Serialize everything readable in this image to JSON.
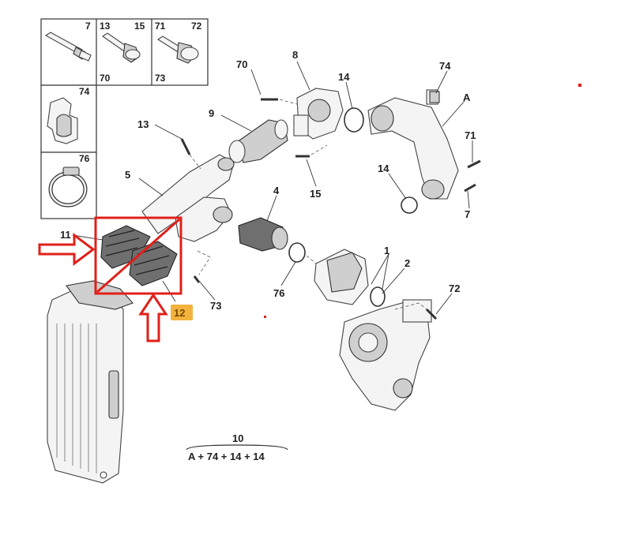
{
  "legend": {
    "cells": [
      {
        "id": "c1",
        "labels": [
          "7"
        ]
      },
      {
        "id": "c2",
        "labels": [
          "13",
          "15",
          "70"
        ]
      },
      {
        "id": "c3",
        "labels": [
          "71",
          "72",
          "73"
        ]
      },
      {
        "id": "c4",
        "labels": [
          "74"
        ]
      },
      {
        "id": "c5",
        "labels": [
          "76"
        ]
      }
    ]
  },
  "callouts": {
    "p70": "70",
    "p8": "8",
    "p14a": "14",
    "p74": "74",
    "pA": "A",
    "p13": "13",
    "p9": "9",
    "p71": "71",
    "p5": "5",
    "p14b": "14",
    "p15": "15",
    "p4": "4",
    "p7": "7",
    "p11": "11",
    "p1": "1",
    "p2": "2",
    "p73": "73",
    "p76": "76",
    "p72": "72"
  },
  "highlight": {
    "part_label": "12",
    "badge_color": "#f2b23c",
    "mark_color": "#e0201a"
  },
  "assembly": {
    "number": "10",
    "formula": "A + 74 + 14 + 14"
  }
}
